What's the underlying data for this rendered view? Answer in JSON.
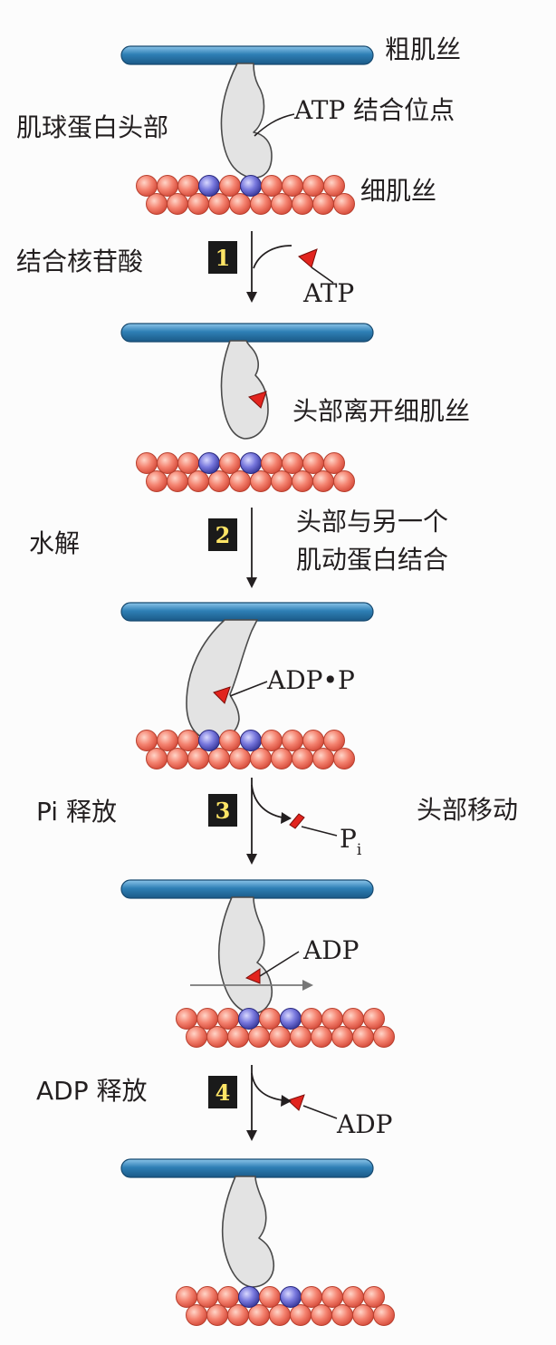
{
  "labels": {
    "thick_filament": "粗肌丝",
    "myosin_head": "肌球蛋白头部",
    "atp_site": "ATP 结合位点",
    "thin_filament": "细肌丝",
    "step1_name": "结合核苷酸",
    "step1_atp": "ATP",
    "head_detach": "头部离开细肌丝",
    "step2_name": "水解",
    "bind_line1": "头部与另一个",
    "bind_line2": "肌动蛋白结合",
    "adp_p": "ADP•P",
    "step3_name": "Pi 释放",
    "pi_main": "P",
    "pi_sub": "i",
    "head_move": "头部移动",
    "adp_state4": "ADP",
    "step4_name": "ADP 释放",
    "adp_release": "ADP"
  },
  "steps": [
    "1",
    "2",
    "3",
    "4"
  ],
  "colors": {
    "thick_filament": "#2e7fb5",
    "actin_bead": "#ef6f5e",
    "binding_bead": "#6a6ad6",
    "myosin_head": "#e3e3e3",
    "atp": "#e2241e",
    "step_box": "#1a1a1a",
    "step_text": "#ffe566"
  }
}
